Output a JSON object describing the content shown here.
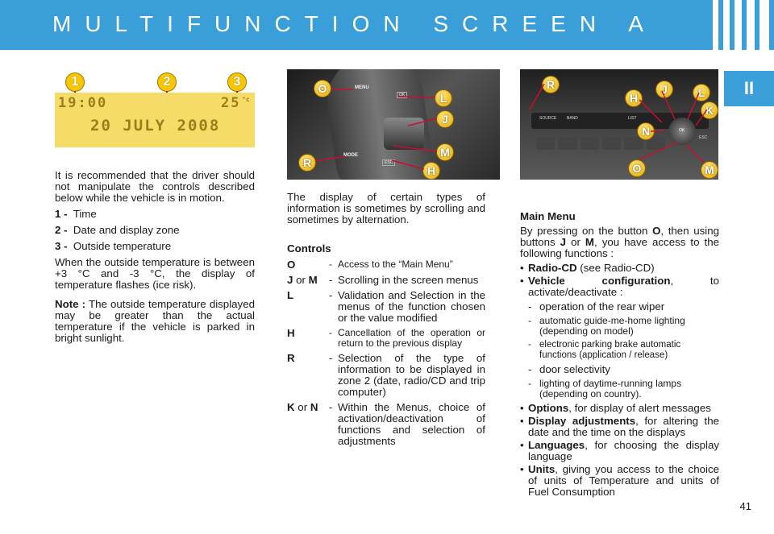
{
  "header": {
    "title": "MULTIFUNCTION SCREEN A"
  },
  "section_tab": "II",
  "display_image": {
    "time": "19:00",
    "temp": "25",
    "temp_unit": "°c",
    "date": "20 JULY 2008",
    "callouts": [
      "1",
      "2",
      "3"
    ]
  },
  "left": {
    "intro": "It is recommended that the driver should not manipulate the controls described below while the vehicle is in motion.",
    "items": [
      {
        "num": "1 -",
        "text": "Time"
      },
      {
        "num": "2 -",
        "text": "Date and display zone"
      },
      {
        "num": "3 -",
        "text": "Outside temperature"
      }
    ],
    "temp_para": "When the outside temperature is between +3 °C and -3 °C, the display of temperature flashes (ice risk).",
    "note_label": "Note :",
    "note_text": "The outside temperature displayed may be greater than the actual temperature if the vehicle is parked in bright sunlight."
  },
  "middle": {
    "photo_labels": [
      "O",
      "L",
      "J",
      "M",
      "R",
      "H"
    ],
    "photo_text": {
      "menu": "MENU",
      "mode": "MODE",
      "ok": "OK",
      "esc": "ESC"
    },
    "intro": "The display of certain types of information is sometimes by scrolling and sometimes by alternation.",
    "controls_title": "Controls",
    "controls": [
      {
        "key_a": "O",
        "key_or": "",
        "key_b": "",
        "desc": "Access to the “Main Menu”"
      },
      {
        "key_a": "J",
        "key_or": " or ",
        "key_b": "M",
        "desc": "Scrolling in the screen menus"
      },
      {
        "key_a": "L",
        "key_or": "",
        "key_b": "",
        "desc": "Validation and Selection in the menus of the function chosen or the value modified"
      },
      {
        "key_a": "H",
        "key_or": "",
        "key_b": "",
        "desc": "Cancellation of the operation or return to the previous display"
      },
      {
        "key_a": "R",
        "key_or": "",
        "key_b": "",
        "desc": "Selection of the type of information to be displayed in zone 2 (date, radio/CD and trip computer)"
      },
      {
        "key_a": "K",
        "key_or": " or ",
        "key_b": "N",
        "desc": "Within the Menus, choice of activation/deactivation of functions and selection of adjustments"
      }
    ]
  },
  "right": {
    "photo_labels": [
      "R",
      "H",
      "J",
      "L",
      "K",
      "N",
      "O",
      "M"
    ],
    "photo_text": {
      "source": "SOURCE",
      "band": "BAND",
      "list": "LIST",
      "ok": "OK",
      "esc": "ESC"
    },
    "title": "Main Menu",
    "intro_a": "By pressing on the button ",
    "intro_o": "O",
    "intro_b": ", then using buttons ",
    "intro_j": "J",
    "intro_or": " or ",
    "intro_m": "M",
    "intro_c": ", you have access to the following functions :",
    "bullets": [
      {
        "bold": "Radio-CD",
        "rest": " (see Radio-CD)"
      },
      {
        "bold": "Vehicle configuration",
        "rest": ", to activate/deactivate :"
      }
    ],
    "sub_items": [
      "operation of the rear wiper",
      "automatic guide-me-home lighting (depending on model)",
      "electronic parking brake automatic functions (application / release)",
      "door selectivity",
      "lighting of daytime-running lamps (depending on country)."
    ],
    "bullets_after": [
      {
        "bold": "Options",
        "rest": ", for display of alert messages"
      },
      {
        "bold": "Display adjustments",
        "rest": ", for altering the date and the time on the displays"
      },
      {
        "bold": "Languages",
        "rest": ", for choosing the display language"
      },
      {
        "bold": "Units",
        "rest": ", giving you access to the choice of units of Temperature and units of Fuel Consumption"
      }
    ]
  },
  "page_number": "41"
}
